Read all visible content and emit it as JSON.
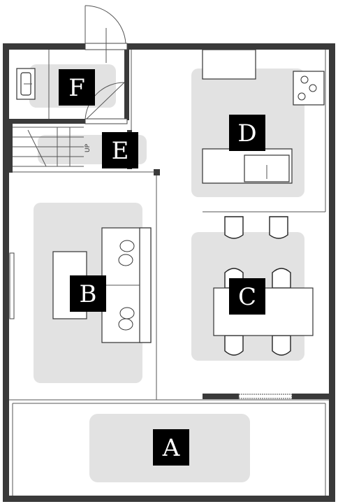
{
  "plan": {
    "zones": [
      {
        "id": "A",
        "label": "A"
      },
      {
        "id": "B",
        "label": "B"
      },
      {
        "id": "C",
        "label": "C"
      },
      {
        "id": "D",
        "label": "D"
      },
      {
        "id": "E",
        "label": "E"
      },
      {
        "id": "F",
        "label": "F"
      }
    ],
    "stair_mark": "UP"
  }
}
